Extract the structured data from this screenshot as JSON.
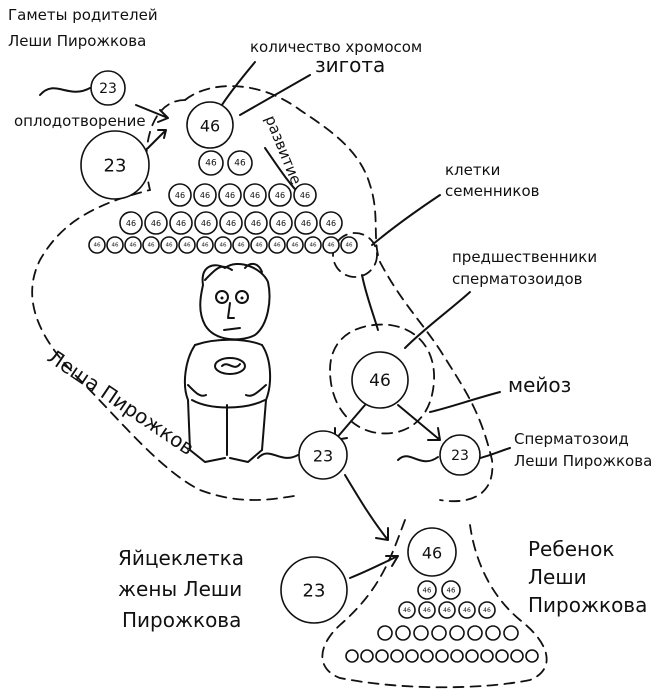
{
  "labels": {
    "parents_gametes": [
      "Гаметы родителей",
      "Леши Пирожкова"
    ],
    "chromosome_count": "количество хромосом",
    "zygote": "зигота",
    "fertilization": "оплодотворение",
    "development": "развитие",
    "testis_cells": [
      "клетки",
      "семенников"
    ],
    "sperm_precursors": [
      "предшественники",
      "сперматозоидов"
    ],
    "meiosis": "мейоз",
    "sperm": [
      "Сперматозоид",
      "Леши Пирожкова"
    ],
    "person": "Леша Пирожков",
    "egg": [
      "Яйцеклетка",
      "жены Леши",
      "Пирожкова"
    ],
    "child": [
      "Ребенок",
      "Леши",
      "Пирожкова"
    ]
  },
  "values": {
    "haploid": "23",
    "diploid": "46"
  }
}
